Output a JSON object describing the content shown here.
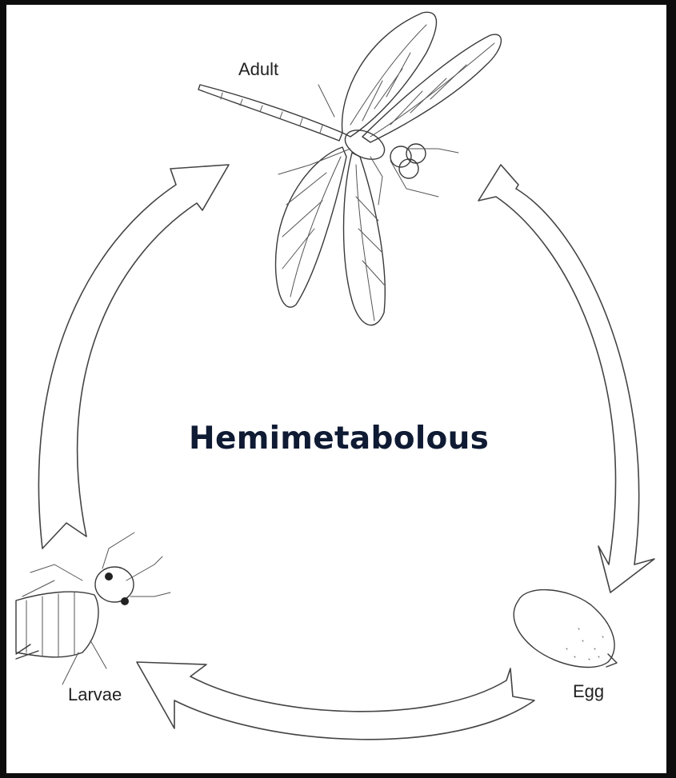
{
  "diagram": {
    "title": "Hemimetabolous",
    "stages": {
      "adult": "Adult",
      "egg": "Egg",
      "larvae": "Larvae"
    }
  },
  "colors": {
    "border": "#0d0d0d",
    "background": "#ffffff",
    "title": "#0f1a33",
    "line_art": "#3a3a3a"
  },
  "icons": [
    "dragonfly-adult-icon",
    "egg-icon",
    "larva-nymph-icon",
    "cycle-arrow-icon"
  ]
}
